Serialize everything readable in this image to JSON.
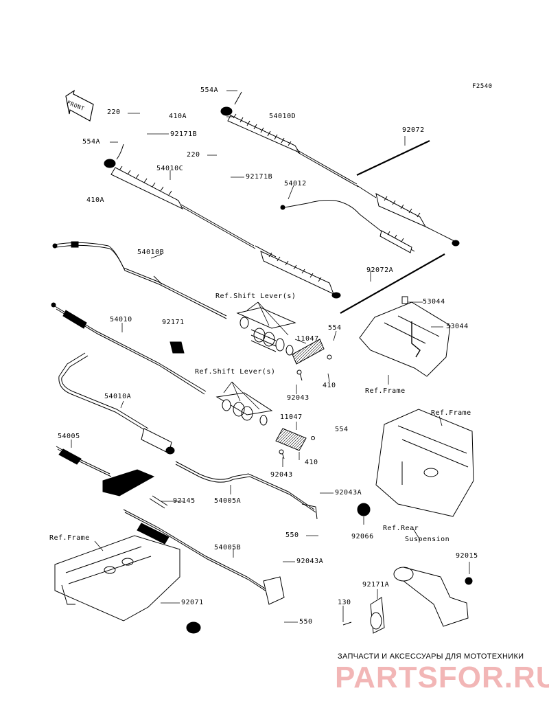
{
  "diagram": {
    "code": "F2540",
    "front_label": "FRONT",
    "labels": {
      "l554a_top": "554A",
      "l54010d": "54010D",
      "l220_top": "220",
      "l410a_top": "410A",
      "l92171b_top": "92171B",
      "l92072": "92072",
      "l554a_left": "554A",
      "l220_mid": "220",
      "l54010c": "54010C",
      "l92171b_mid": "92171B",
      "l54012": "54012",
      "l410a_left": "410A",
      "l54010b": "54010B",
      "l92072a": "92072A",
      "l53044_a": "53044",
      "l53044_b": "53044",
      "l_ref_shift_1": "Ref.Shift Lever(s)",
      "l554_mid": "554",
      "l92171": "92171",
      "l54010": "54010",
      "l11047_a": "11047",
      "l410_a": "410",
      "l92043_a": "92043",
      "l_ref_frame_1": "Ref.Frame",
      "l_ref_shift_2": "Ref.Shift Lever(s)",
      "l54010a": "54010A",
      "l11047_b": "11047",
      "l554_low": "554",
      "l_ref_frame_2": "Ref.Frame",
      "l54005": "54005",
      "l410_b": "410",
      "l92043_b": "92043",
      "l92145": "92145",
      "l54005a": "54005A",
      "l92043a_1": "92043A",
      "l550_1": "550",
      "l92066": "92066",
      "l_ref_rear_1": "Ref.Rear",
      "l_ref_rear_2": "Suspension",
      "l_ref_frame_3": "Ref.Frame",
      "l54005b": "54005B",
      "l92043a_2": "92043A",
      "l92015": "92015",
      "l92071": "92071",
      "l92171a": "92171A",
      "l130": "130",
      "l550_2": "550"
    },
    "watermark": {
      "tagline": "ЗАПЧАСТИ И АКСЕССУАРЫ ДЛЯ МОТОТЕХНИКИ",
      "brand": "PARTSFOR.RU"
    }
  }
}
